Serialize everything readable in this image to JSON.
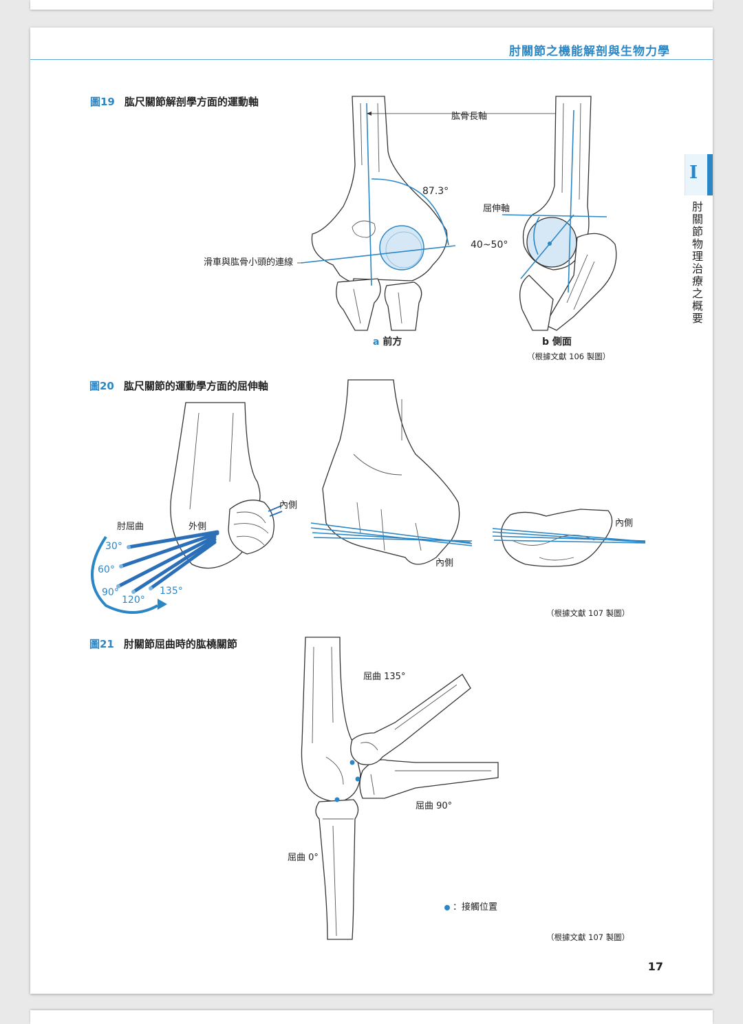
{
  "header": {
    "title": "肘關節之機能解剖與生物力學"
  },
  "side_tab": {
    "number": "I",
    "text": "肘關節物理治療之概要"
  },
  "fig19": {
    "label": "圖19",
    "title": "肱尺關節解剖學方面的運動軸",
    "humerus_axis_label": "肱骨長軸",
    "angle_front": "87.3°",
    "flexion_axis_label": "屈伸軸",
    "angle_side": "40~50°",
    "trochlea_line_label": "滑車與肱骨小頭的連線",
    "sub_a_letter": "a",
    "sub_a_text": "前方",
    "sub_b_letter": "b",
    "sub_b_text": "側面",
    "reference": "（根據文獻 106 製圖）"
  },
  "fig20": {
    "label": "圖20",
    "title": "肱尺關節的運動學方面的屈伸軸",
    "elbow_flexion_label": "肘屈曲",
    "lateral_label": "外側",
    "medial_label_1": "內側",
    "medial_label_2": "內側",
    "medial_label_3": "內側",
    "angles": [
      "30°",
      "60°",
      "90°",
      "120°",
      "135°"
    ],
    "reference": "（根據文獻 107 製圖）"
  },
  "fig21": {
    "label": "圖21",
    "title": "肘關節屈曲時的肱橈關節",
    "flex_135": "屈曲 135°",
    "flex_90": "屈曲 90°",
    "flex_0": "屈曲 0°",
    "legend": "：接觸位置",
    "reference": "（根據文獻 107 製圖）"
  },
  "page_number": "17",
  "colors": {
    "accent": "#2b86c5",
    "axis": "#2b6fb8"
  }
}
